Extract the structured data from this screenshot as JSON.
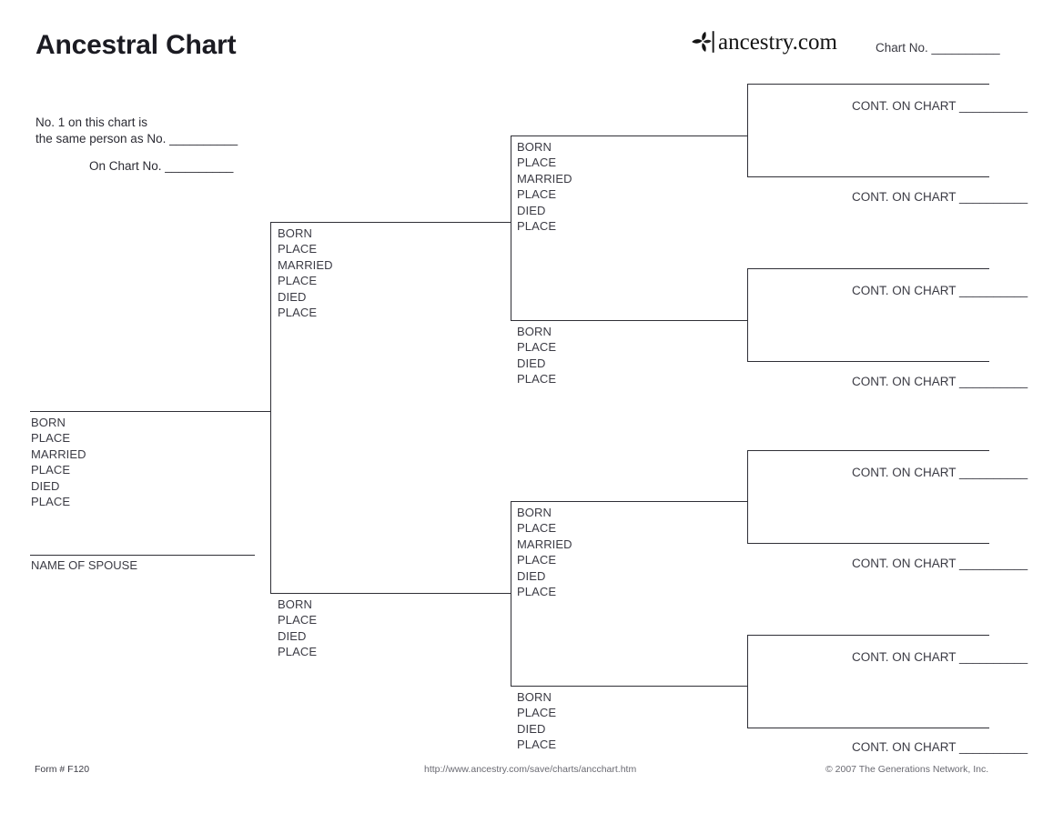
{
  "page": {
    "title": "Ancestral Chart",
    "brand_name": "ancestry.com",
    "brand_mark": "ancestry-leaf-logo",
    "chart_no_label": "Chart No. __________"
  },
  "notes": {
    "same_person_line1": "No. 1 on this chart is",
    "same_person_line2": "the same person as No. __________",
    "on_chart_no": "On Chart No. __________"
  },
  "labels": {
    "born": "BORN",
    "place": "PLACE",
    "married": "MARRIED",
    "died": "DIED",
    "name_of_spouse": "NAME OF SPOUSE",
    "cont_on_chart": "CONT. ON CHART __________"
  },
  "persons": {
    "p1": {
      "id": "person-1",
      "generation": 1,
      "fields": [
        "BORN",
        "PLACE",
        "MARRIED",
        "PLACE",
        "DIED",
        "PLACE"
      ],
      "spouse_caption": "NAME OF SPOUSE"
    },
    "g2_father": {
      "id": "person-2-father",
      "generation": 2,
      "fields": [
        "BORN",
        "PLACE",
        "MARRIED",
        "PLACE",
        "DIED",
        "PLACE"
      ]
    },
    "g2_mother": {
      "id": "person-3-mother",
      "generation": 2,
      "fields": [
        "BORN",
        "PLACE",
        "DIED",
        "PLACE"
      ]
    },
    "g3_a": {
      "id": "person-4",
      "generation": 3,
      "fields": [
        "BORN",
        "PLACE",
        "MARRIED",
        "PLACE",
        "DIED",
        "PLACE"
      ]
    },
    "g3_b": {
      "id": "person-5",
      "generation": 3,
      "fields": [
        "BORN",
        "PLACE",
        "DIED",
        "PLACE"
      ]
    },
    "g3_c": {
      "id": "person-6",
      "generation": 3,
      "fields": [
        "BORN",
        "PLACE",
        "MARRIED",
        "PLACE",
        "DIED",
        "PLACE"
      ]
    },
    "g3_d": {
      "id": "person-7",
      "generation": 3,
      "fields": [
        "BORN",
        "PLACE",
        "DIED",
        "PLACE"
      ]
    },
    "g4": [
      {
        "id": "person-8",
        "cont": "CONT. ON CHART __________"
      },
      {
        "id": "person-9",
        "cont": "CONT. ON CHART __________"
      },
      {
        "id": "person-10",
        "cont": "CONT. ON CHART __________"
      },
      {
        "id": "person-11",
        "cont": "CONT. ON CHART __________"
      },
      {
        "id": "person-12",
        "cont": "CONT. ON CHART __________"
      },
      {
        "id": "person-13",
        "cont": "CONT. ON CHART __________"
      },
      {
        "id": "person-14",
        "cont": "CONT. ON CHART __________"
      },
      {
        "id": "person-15",
        "cont": "CONT. ON CHART __________"
      }
    ]
  },
  "footer": {
    "form_number": "Form # F120",
    "url": "http://www.ancestry.com/save/charts/ancchart.htm",
    "copyright": "© 2007 The Generations Network, Inc."
  },
  "colors": {
    "ink": "#2b2b33",
    "line": "#2f2f36",
    "muted": "#6a6a72",
    "background": "#ffffff"
  }
}
